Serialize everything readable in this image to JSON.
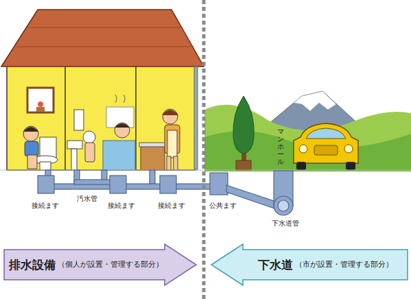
{
  "diagram": {
    "nodes": [
      {
        "text": [
          "排水設備",
          "（個人が設置・管理する部分）"
        ]
      },
      {
        "text": [
          "下水道",
          "（市が設置・管理する部分）"
        ]
      }
    ],
    "labels": [
      "接続ます",
      "汚水管",
      "接続ます",
      "接続ます",
      "公共ます",
      "マンホール",
      "下水道管"
    ]
  }
}
